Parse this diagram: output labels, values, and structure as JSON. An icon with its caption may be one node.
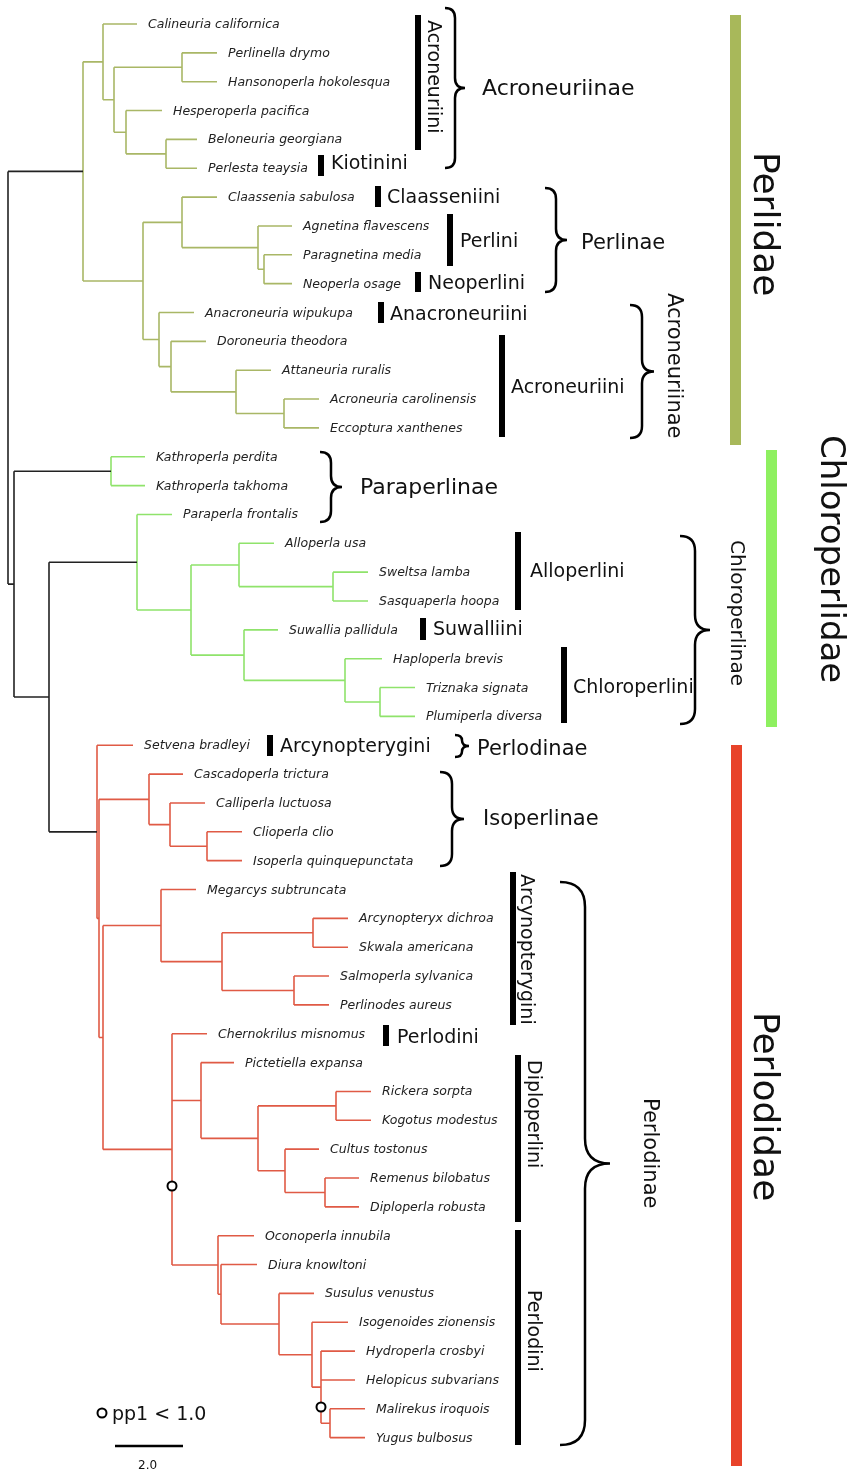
{
  "diagram": {
    "labels": [
      "Calineuria californica",
      "Perlinella drymo",
      "Hansonoperla hokolesqua",
      "Hesperoperla pacifica",
      "Beloneuria georgiana",
      "Perlesta teaysia",
      "Claassenia sabulosa",
      "Agnetina flavescens",
      "Paragnetina media",
      "Neoperla osage",
      "Anacroneuria wipukupa",
      "Doroneuria theodora",
      "Attaneuria ruralis",
      "Acroneuria carolinensis",
      "Eccoptura xanthenes",
      "Kathroperla perdita",
      "Kathroperla takhoma",
      "Paraperla frontalis",
      "Alloperla usa",
      "Sweltsa lamba",
      "Sasquaperla hoopa",
      "Suwallia pallidula",
      "Haploperla brevis",
      "Triznaka signata",
      "Plumiperla diversa",
      "Setvena bradleyi",
      "Cascadoperla trictura",
      "Calliperla luctuosa",
      "Clioperla clio",
      "Isoperla quinquepunctata",
      "Megarcys subtruncata",
      "Arcynopteryx dichroa",
      "Skwala americana",
      "Salmoperla sylvanica",
      "Perlinodes aureus",
      "Chernokrilus misnomus",
      "Pictetiella expansa",
      "Rickera sorpta",
      "Kogotus modestus",
      "Cultus tostonus",
      "Remenus bilobatus",
      "Diploperla robusta",
      "Oconoperla innubila",
      "Diura knowltoni",
      "Susulus venustus",
      "Isogenoides zionensis",
      "Hydroperla crosbyi",
      "Helopicus subvarians",
      "Malirekus iroquois",
      "Yugus bulbosus",
      "Acroneuriini",
      "Acroneuriinae",
      "Kiotinini",
      "Claasseniini",
      "Perlini",
      "Perlinae",
      "Neoperlini",
      "Anacroneuriini",
      "Acroneuriini",
      "Acroneuriinae",
      "Perlidae",
      "Paraperlinae",
      "Alloperlini",
      "Suwalliini",
      "Chloroperlini",
      "Chloroperlinae",
      "Chloroperlidae",
      "Arcynopterygini",
      "Perlodinae",
      "Isoperlinae",
      "Arcynopterygini",
      "Perlodini",
      "Diploperlini",
      "Perlodinae",
      "Perlodini",
      "Perlodidae",
      "2.0"
    ],
    "legend": [
      {
        "text": "pp1 < 1.0"
      }
    ]
  }
}
